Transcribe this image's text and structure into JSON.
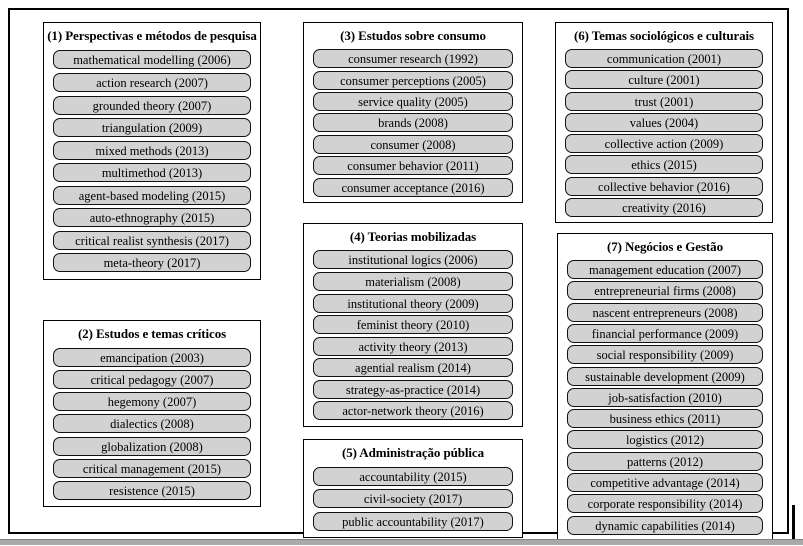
{
  "figure": {
    "groups": [
      {
        "title": "(1) Perspectivas e métodos de pesquisa",
        "items": [
          "mathematical modelling (2006)",
          "action research (2007)",
          "grounded theory (2007)",
          "triangulation (2009)",
          "mixed methods (2013)",
          "multimethod (2013)",
          "agent-based modeling (2015)",
          "auto-ethnography (2015)",
          "critical realist synthesis (2017)",
          "meta-theory (2017)"
        ]
      },
      {
        "title": "(2) Estudos e temas críticos",
        "items": [
          "emancipation (2003)",
          "critical pedagogy (2007)",
          "hegemony (2007)",
          "dialectics (2008)",
          "globalization (2008)",
          "critical management (2015)",
          "resistence (2015)"
        ]
      },
      {
        "title": "(3) Estudos sobre consumo",
        "items": [
          "consumer research (1992)",
          "consumer perceptions (2005)",
          "service quality (2005)",
          "brands (2008)",
          "consumer (2008)",
          "consumer behavior (2011)",
          "consumer acceptance (2016)"
        ]
      },
      {
        "title": "(4) Teorias mobilizadas",
        "items": [
          "institutional logics (2006)",
          "materialism (2008)",
          "institutional theory (2009)",
          "feminist theory (2010)",
          "activity theory (2013)",
          "agential realism (2014)",
          "strategy-as-practice (2014)",
          "actor-network theory (2016)"
        ]
      },
      {
        "title": "(5) Administração pública",
        "items": [
          "accountability (2015)",
          "civil-society (2017)",
          "public accountability (2017)"
        ]
      },
      {
        "title": "(6) Temas sociológicos e culturais",
        "items": [
          "communication (2001)",
          "culture (2001)",
          "trust (2001)",
          "values (2004)",
          "collective action (2009)",
          "ethics (2015)",
          "collective behavior (2016)",
          "creativity (2016)"
        ]
      },
      {
        "title": "(7) Negócios e Gestão",
        "items": [
          "management education (2007)",
          "entrepreneurial firms (2008)",
          "nascent entrepreneurs (2008)",
          "financial performance (2009)",
          "social responsibility (2009)",
          "sustainable development (2009)",
          "job-satisfaction (2010)",
          "business ethics (2011)",
          "logistics (2012)",
          "patterns (2012)",
          "competitive advantage (2014)",
          "corporate responsibility (2014)",
          "dynamic capabilities (2014)"
        ]
      }
    ]
  },
  "colors": {
    "pill_fill": "#d2d2d2",
    "pill_border": "#111111",
    "box_border": "#000000",
    "frame_border": "#000000",
    "window_strip": "#a9a9a9"
  }
}
